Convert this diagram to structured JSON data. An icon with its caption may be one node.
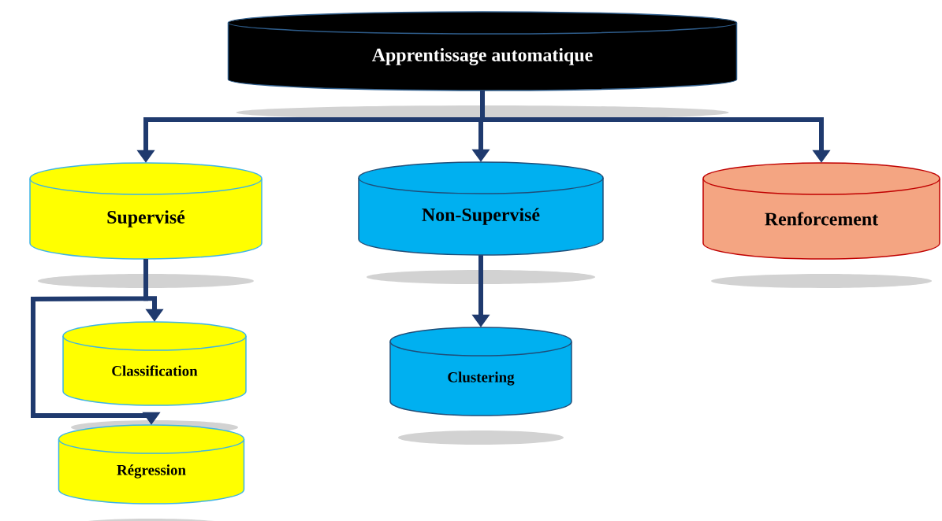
{
  "diagram": {
    "nodes": [
      {
        "text": [
          "Apprentissage automatique"
        ]
      },
      {
        "text": [
          "Supervisé"
        ]
      },
      {
        "text": [
          "Non-Supervisé"
        ]
      },
      {
        "text": [
          "Renforcement"
        ]
      },
      {
        "text": [
          "Classification"
        ]
      },
      {
        "text": [
          "Clustering"
        ]
      },
      {
        "text": [
          "Régression"
        ]
      }
    ],
    "edges": [
      {
        "from": 0,
        "to": 1,
        "arrow": "to"
      },
      {
        "from": 0,
        "to": 2,
        "arrow": "to"
      },
      {
        "from": 0,
        "to": 3,
        "arrow": "to"
      },
      {
        "from": 1,
        "to": 4,
        "arrow": "to"
      },
      {
        "from": 1,
        "to": 6,
        "arrow": "to"
      },
      {
        "from": 2,
        "to": 5,
        "arrow": "to"
      }
    ]
  }
}
